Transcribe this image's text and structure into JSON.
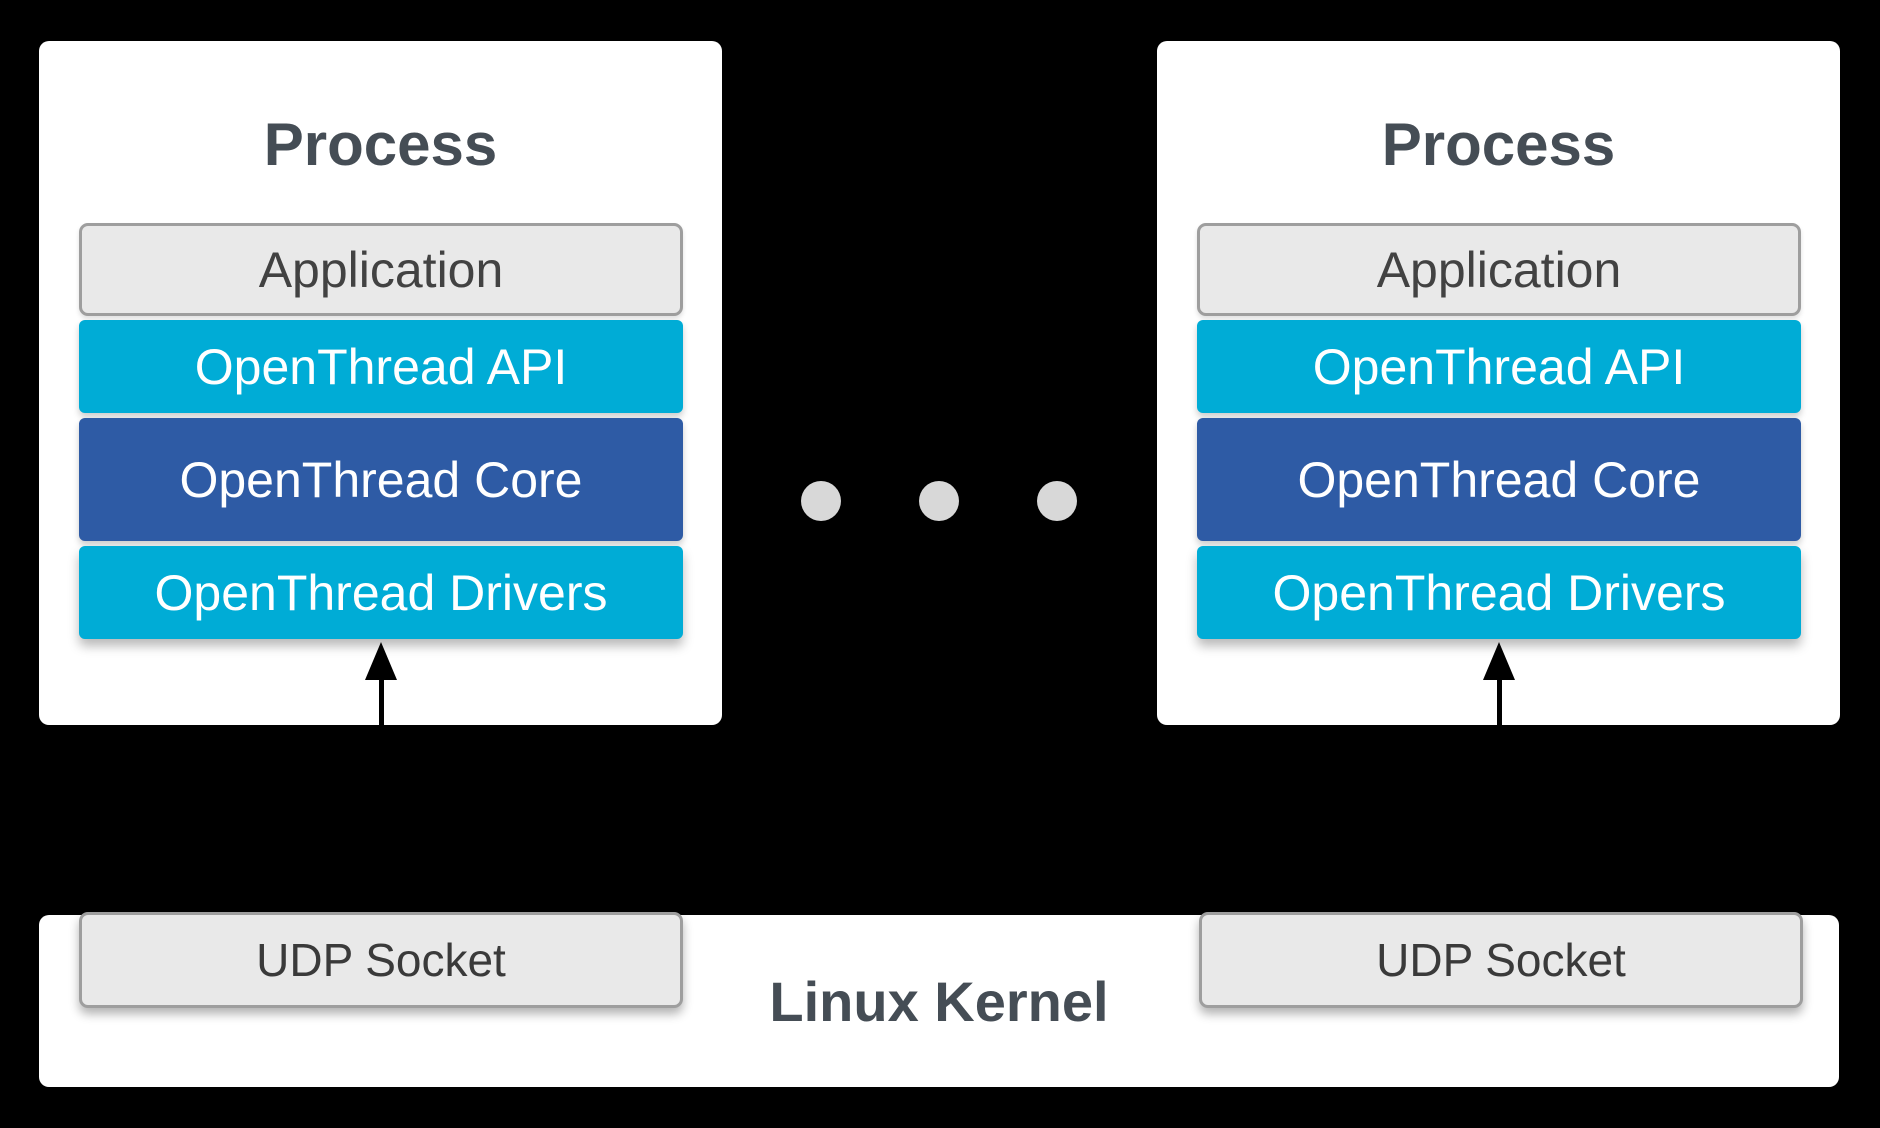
{
  "colors": {
    "background": "#000000",
    "card_white": "#FFFFFF",
    "cyan": "#00ACD6",
    "dark_blue": "#2E5BA5",
    "layer_gray": "#E9E9E9",
    "layer_border_gray": "#9E9E9E",
    "heading_text": "#454D55",
    "layer_text_light": "#FFFFFF",
    "layer_text_dark": "#424242",
    "ellipsis_dot": "#D8D8D8",
    "arrow_black": "#000000"
  },
  "processes": [
    {
      "title": "Process",
      "layers": [
        {
          "label": "Application",
          "color_key": "layer_gray"
        },
        {
          "label": "OpenThread API",
          "color_key": "cyan"
        },
        {
          "label": "OpenThread Core",
          "color_key": "dark_blue"
        },
        {
          "label": "OpenThread Drivers",
          "color_key": "cyan"
        }
      ]
    },
    {
      "title": "Process",
      "layers": [
        {
          "label": "Application",
          "color_key": "layer_gray"
        },
        {
          "label": "OpenThread API",
          "color_key": "cyan"
        },
        {
          "label": "OpenThread Core",
          "color_key": "dark_blue"
        },
        {
          "label": "OpenThread Drivers",
          "color_key": "cyan"
        }
      ]
    }
  ],
  "ellipsis": {
    "dot_count": 3
  },
  "kernel": {
    "label": "Linux Kernel",
    "sockets": [
      "UDP Socket",
      "UDP Socket"
    ]
  }
}
